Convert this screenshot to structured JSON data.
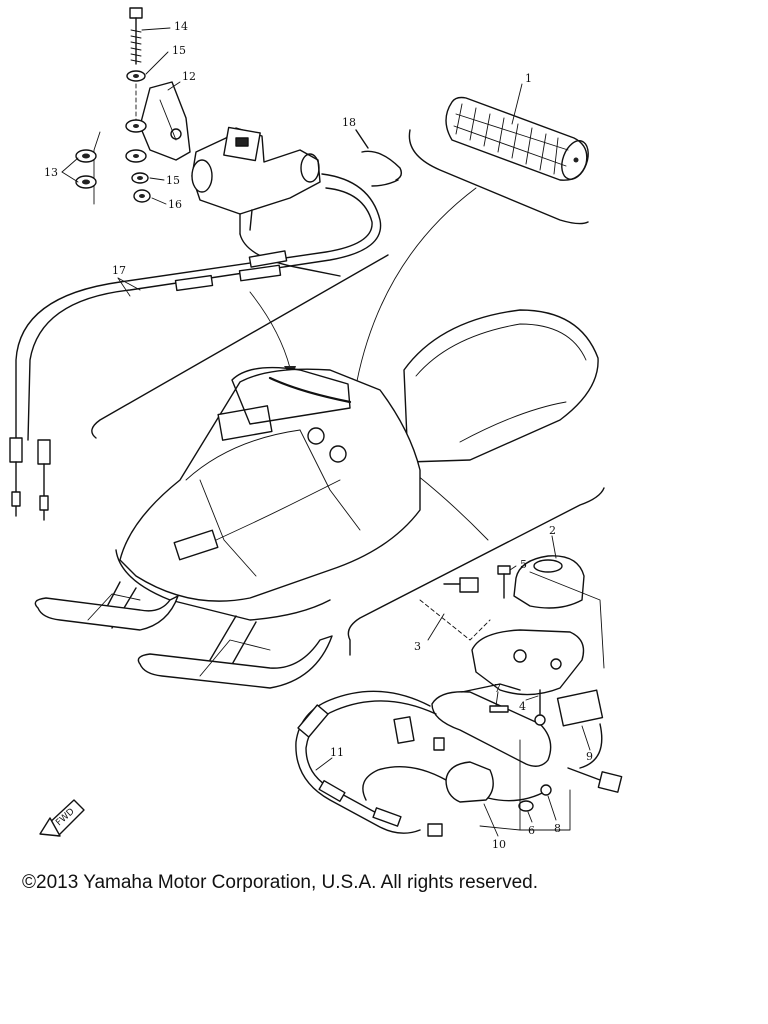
{
  "copyright": "©2013 Yamaha Motor Corporation, U.S.A. All rights reserved.",
  "fwd_label": "FWD",
  "callouts": [
    {
      "id": "callout-1",
      "text": "1"
    },
    {
      "id": "callout-2",
      "text": "2"
    },
    {
      "id": "callout-3",
      "text": "3"
    },
    {
      "id": "callout-4",
      "text": "4"
    },
    {
      "id": "callout-5",
      "text": "5"
    },
    {
      "id": "callout-6",
      "text": "6"
    },
    {
      "id": "callout-7",
      "text": "7"
    },
    {
      "id": "callout-8",
      "text": "8"
    },
    {
      "id": "callout-9",
      "text": "9"
    },
    {
      "id": "callout-10",
      "text": "10"
    },
    {
      "id": "callout-11",
      "text": "11"
    },
    {
      "id": "callout-12",
      "text": "12"
    },
    {
      "id": "callout-13",
      "text": "13"
    },
    {
      "id": "callout-14",
      "text": "14"
    },
    {
      "id": "callout-15a",
      "text": "15"
    },
    {
      "id": "callout-15b",
      "text": "15"
    },
    {
      "id": "callout-16",
      "text": "16"
    },
    {
      "id": "callout-17",
      "text": "17"
    },
    {
      "id": "callout-18",
      "text": "18"
    }
  ]
}
